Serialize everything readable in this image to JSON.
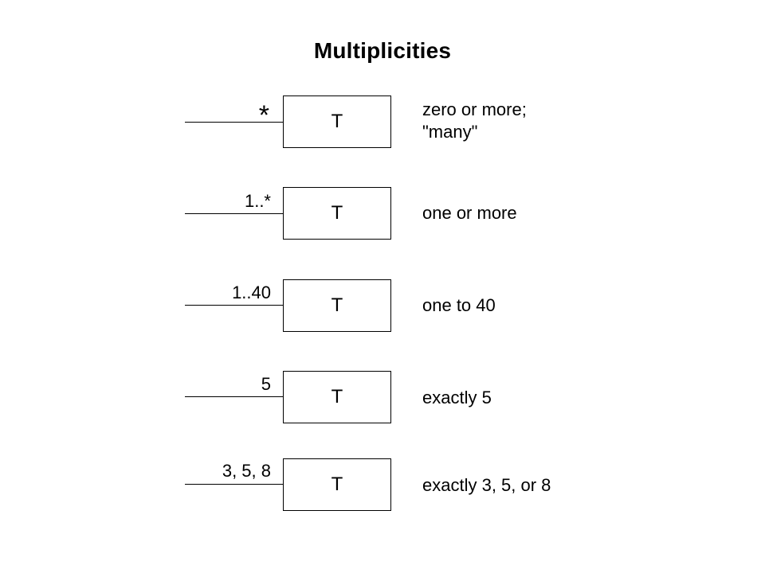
{
  "title": "Multiplicities",
  "rows": [
    {
      "multiplicity": "*",
      "class_name": "T",
      "description": "zero or more;\n\"many\""
    },
    {
      "multiplicity": "1..*",
      "class_name": "T",
      "description": "one or more"
    },
    {
      "multiplicity": "1..40",
      "class_name": "T",
      "description": "one to 40"
    },
    {
      "multiplicity": "5",
      "class_name": "T",
      "description": "exactly 5"
    },
    {
      "multiplicity": "3, 5, 8",
      "class_name": "T",
      "description": "exactly 3, 5, or 8"
    }
  ]
}
